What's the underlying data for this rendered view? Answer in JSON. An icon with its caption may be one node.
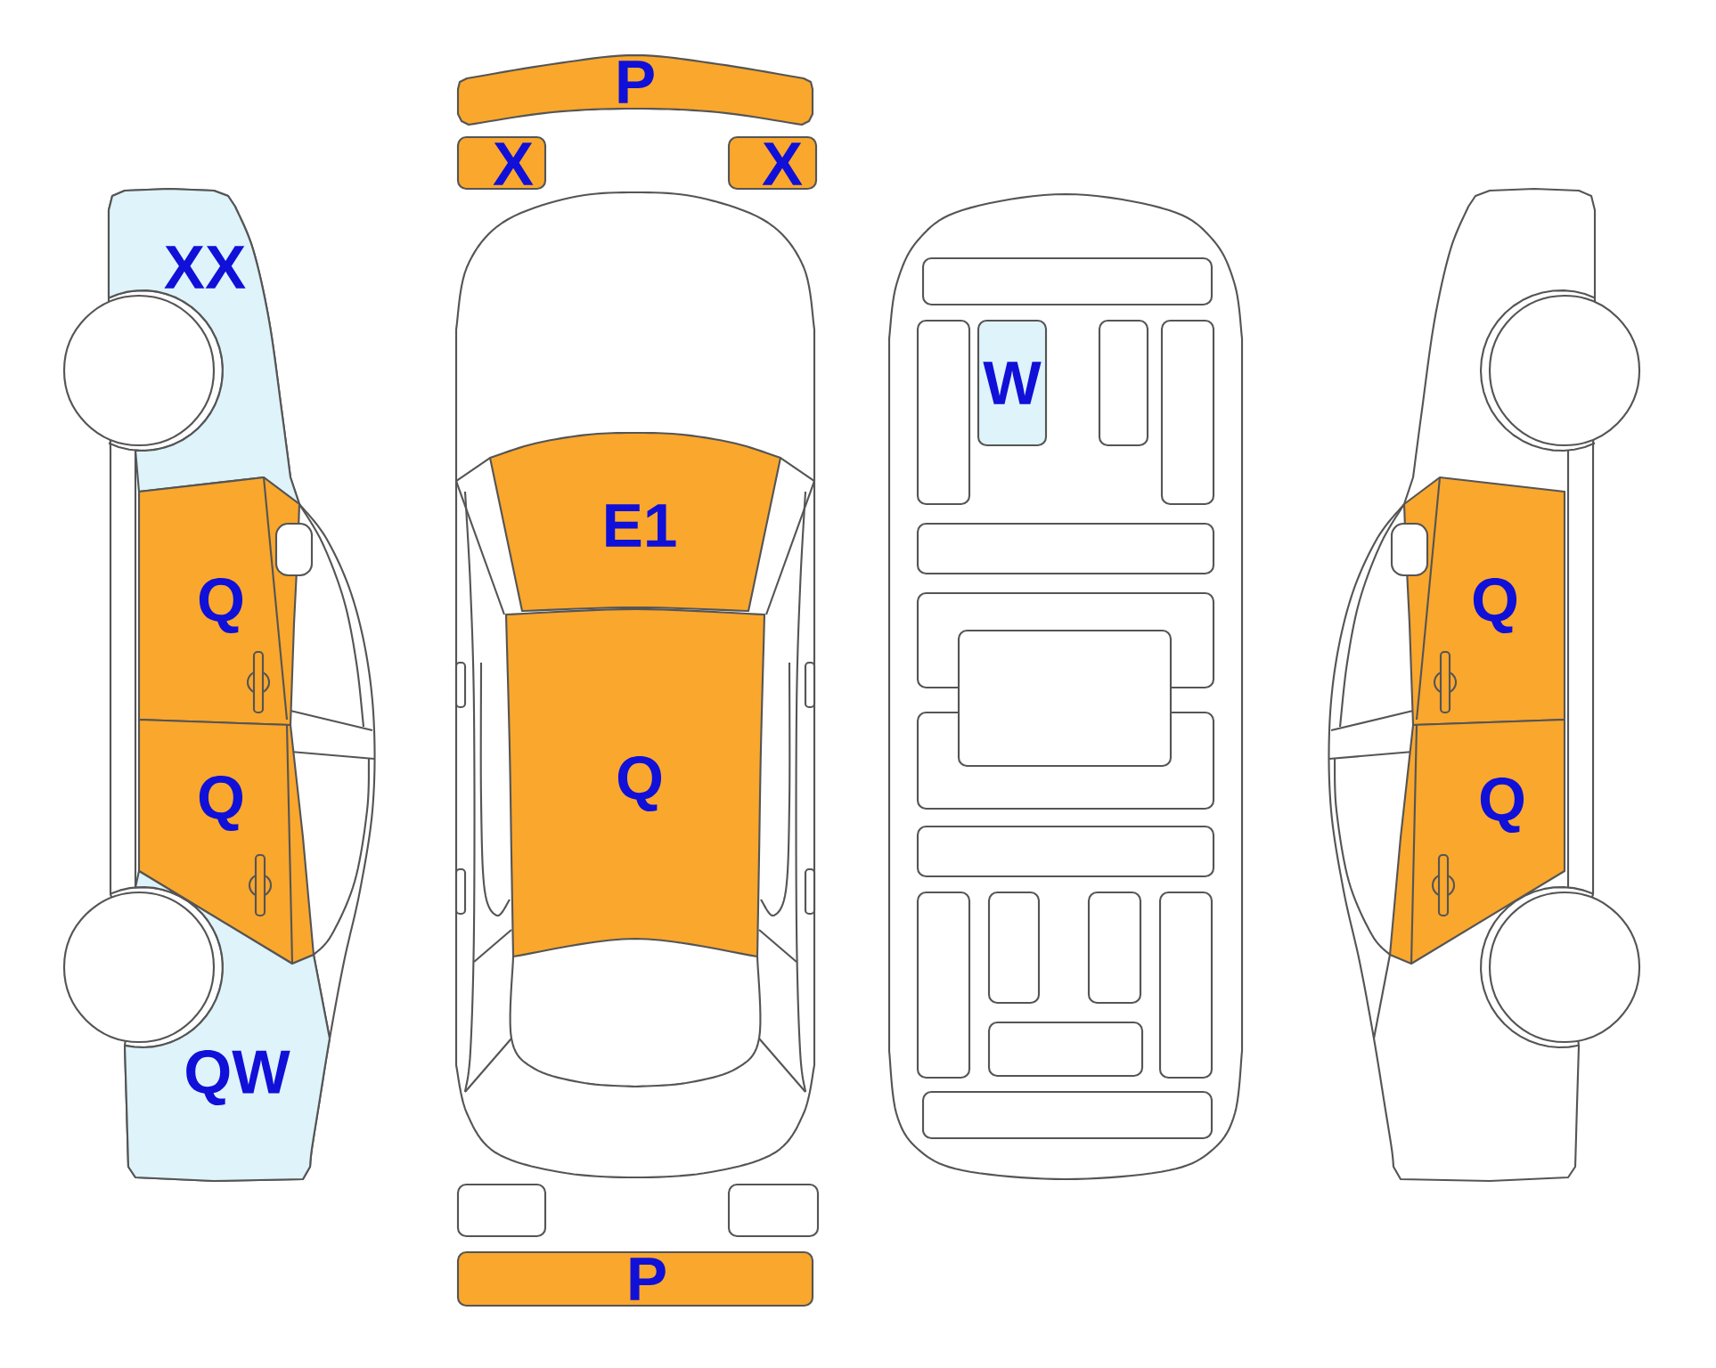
{
  "diagram": {
    "nodes": [
      {
        "text": [
          "XX"
        ]
      },
      {
        "text": [
          "Q"
        ]
      },
      {
        "text": [
          "Q"
        ]
      },
      {
        "text": [
          "QW"
        ]
      },
      {
        "text": [
          "P"
        ]
      },
      {
        "text": [
          "X"
        ]
      },
      {
        "text": [
          "X"
        ]
      },
      {
        "text": [
          "E1"
        ]
      },
      {
        "text": [
          "Q"
        ]
      },
      {
        "text": [],
        "shape": "box"
      },
      {
        "text": [],
        "shape": "box"
      },
      {
        "text": [
          "P"
        ]
      },
      {
        "text": [],
        "shape": "box"
      },
      {
        "text": [],
        "shape": "box"
      },
      {
        "text": [
          "W"
        ]
      },
      {
        "text": [],
        "shape": "box"
      },
      {
        "text": [],
        "shape": "box"
      },
      {
        "text": [],
        "shape": "box"
      },
      {
        "text": [],
        "shape": "box"
      },
      {
        "text": [],
        "shape": "box"
      },
      {
        "text": [],
        "shape": "box"
      },
      {
        "text": [],
        "shape": "box"
      },
      {
        "text": [],
        "shape": "box"
      },
      {
        "text": [],
        "shape": "box"
      },
      {
        "text": [],
        "shape": "box"
      },
      {
        "text": [],
        "shape": "box"
      },
      {
        "text": [],
        "shape": "box"
      },
      {
        "text": [],
        "shape": "box"
      },
      {
        "text": [
          "Q"
        ]
      },
      {
        "text": [
          "Q"
        ]
      }
    ]
  }
}
